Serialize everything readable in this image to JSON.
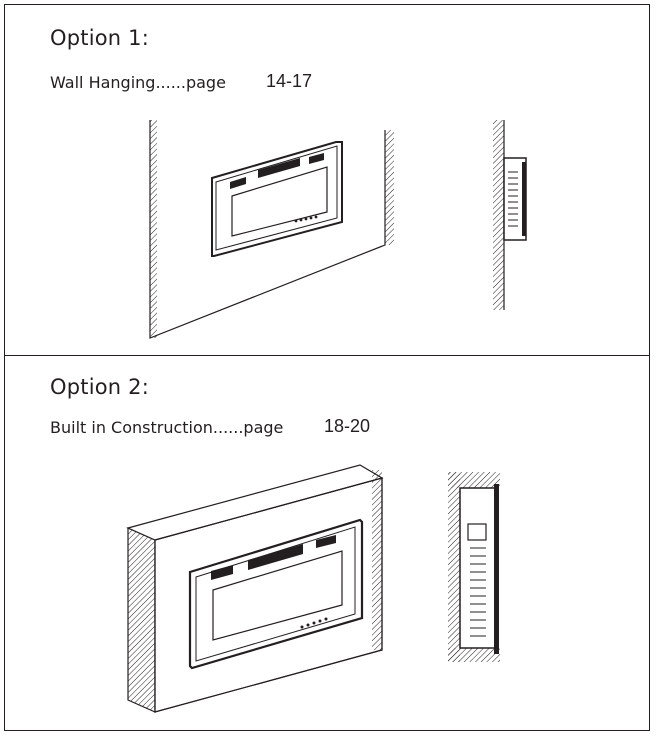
{
  "option1": {
    "title": "Option 1:",
    "label": "Wall Hanging......page",
    "pages": "14-17"
  },
  "option2": {
    "title": "Option 2:",
    "label": "Built in Construction......page",
    "pages": "18-20"
  }
}
